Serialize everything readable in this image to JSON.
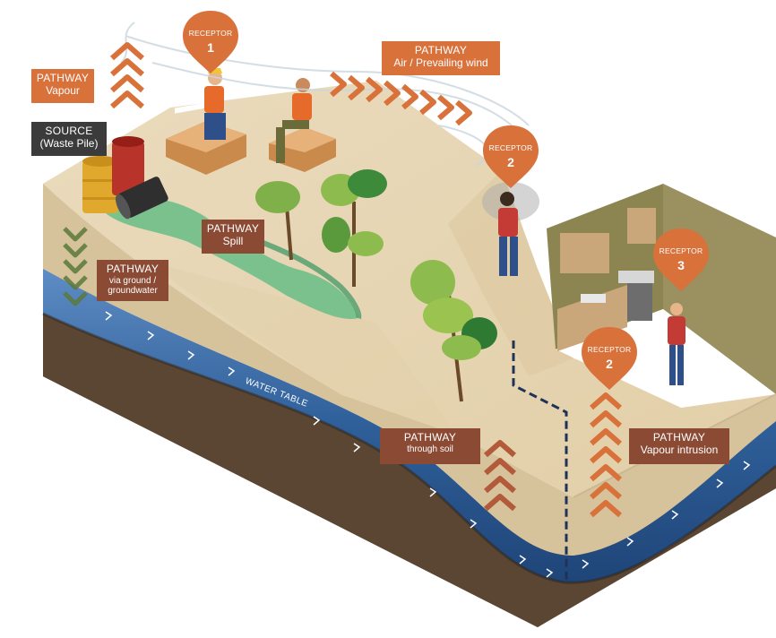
{
  "colors": {
    "ground_top": "#e8d8b8",
    "soil_side": "#d2bf98",
    "water": "#3d6aa0",
    "bedrock": "#5e4c3a",
    "label_orange": "#d9713b",
    "label_brown": "#8a4a34",
    "source_dark": "#3b3b3b",
    "pin_orange": "#d9713b",
    "chevron_orange": "#d9713b",
    "chevron_green": "#5a7a3a",
    "spill_green": "#6fbf8a",
    "room_wall": "#8a8050",
    "room_floor": "#ffffff"
  },
  "labels": {
    "pathway_vapour": {
      "line1": "PATHWAY",
      "line2": "Vapour"
    },
    "pathway_air": {
      "line1": "PATHWAY",
      "line2": "Air / Prevailing wind"
    },
    "source": {
      "line1": "SOURCE",
      "line2": "(Waste Pile)"
    },
    "pathway_spill": {
      "line1": "PATHWAY",
      "line2": "Spill"
    },
    "pathway_ground": {
      "line1": "PATHWAY",
      "line2": "via ground /",
      "line3": "groundwater"
    },
    "pathway_soil": {
      "line1": "PATHWAY",
      "line2": "through soil"
    },
    "pathway_intrusion": {
      "line1": "PATHWAY",
      "line2": "Vapour intrusion"
    },
    "water_table": "WATER TABLE"
  },
  "receptors": [
    {
      "label": "RECEPTOR",
      "number": "1"
    },
    {
      "label": "RECEPTOR",
      "number": "2"
    },
    {
      "label": "RECEPTOR",
      "number": "3"
    },
    {
      "label": "RECEPTOR",
      "number": "2"
    }
  ],
  "icons": [
    "oil-barrel-icon",
    "brick-pile-icon",
    "tree-icon",
    "worker-icon",
    "person-coughing-icon",
    "kitchen-icon",
    "chevron-icon",
    "location-pin-icon"
  ]
}
